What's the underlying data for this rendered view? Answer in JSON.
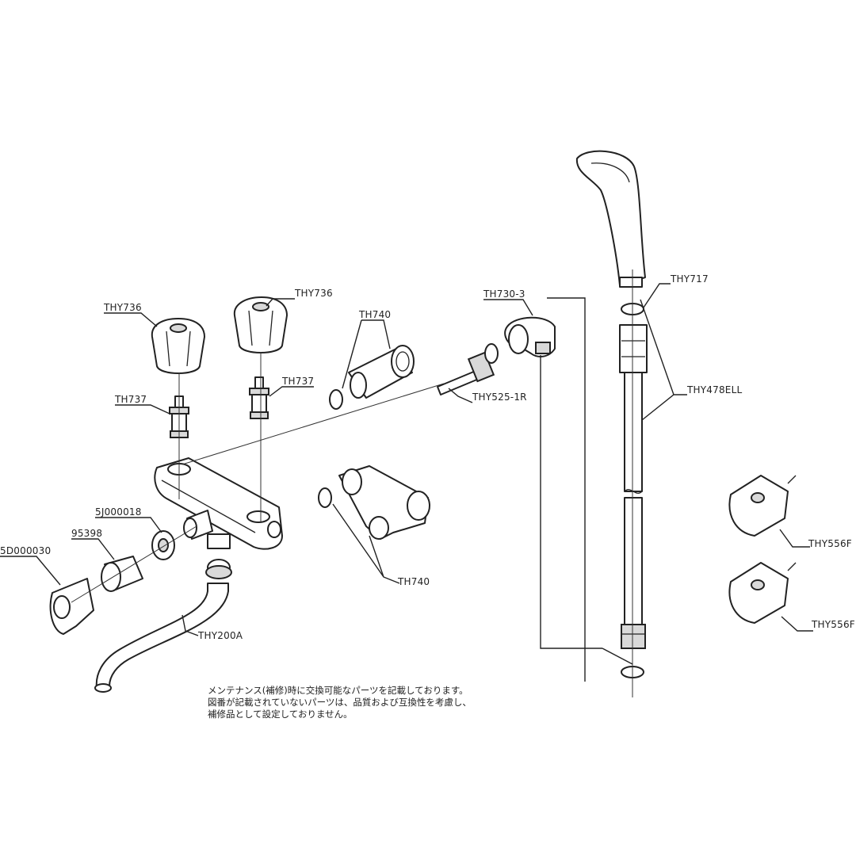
{
  "labels": {
    "thy736_left": "THY736",
    "thy736_right": "THY736",
    "th737_left": "TH737",
    "th737_right": "TH737",
    "th740_top": "TH740",
    "th740_bottom": "TH740",
    "th730_3": "TH730-3",
    "thy525_1r": "THY525-1R",
    "thy717": "THY717",
    "thy478ell": "THY478ELL",
    "thy556f_a": "THY556F",
    "thy556f_b": "THY556F",
    "p5j000018": "5J000018",
    "p95398": "95398",
    "p5d000030": "5D000030",
    "thy200a": "THY200A"
  },
  "note": {
    "line1": "メンテナンス(補修)時に交換可能なパーツを記載しております。",
    "line2": "図番が記載されていないパーツは、品質および互換性を考慮し、",
    "line3": "補修品として設定しておりません。"
  }
}
